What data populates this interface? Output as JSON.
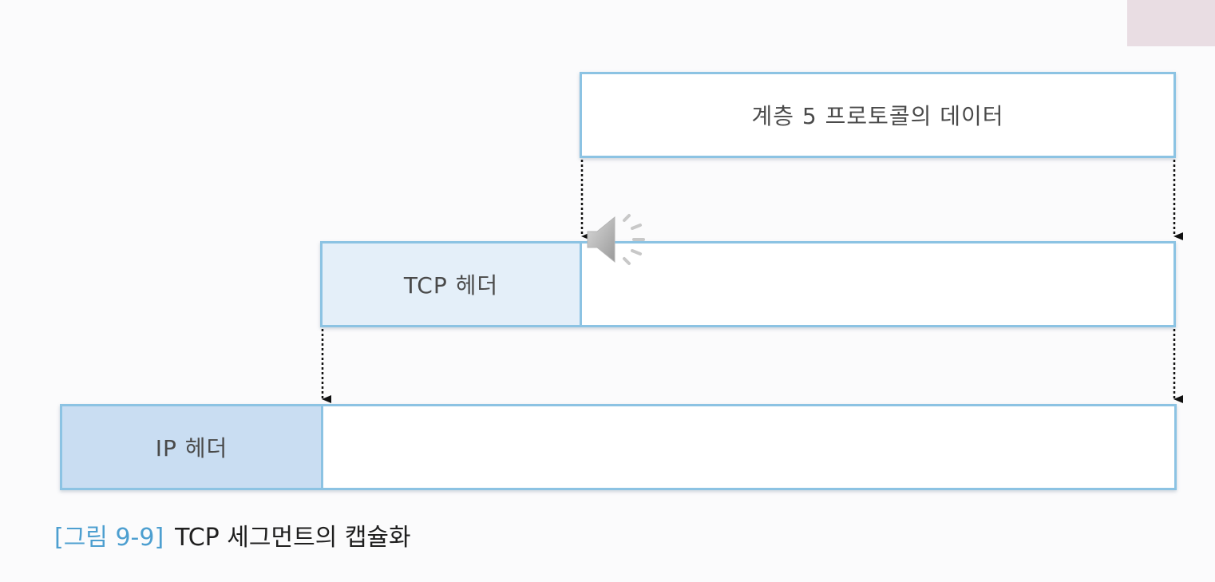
{
  "diagram": {
    "layer5_data_label": "계층 5 프로토콜의 데이터",
    "tcp_header_label": "TCP 헤더",
    "ip_header_label": "IP 헤더"
  },
  "caption": {
    "figure_number": "[그림 9-9]",
    "figure_title": "TCP 세그먼트의 캡슐화"
  },
  "icons": {
    "speaker": "speaker-icon"
  },
  "colors": {
    "border": "#8cc3e3",
    "tcp_header_fill": "#e4eff9",
    "ip_header_fill": "#c9ddf2",
    "caption_number": "#4d9fd0"
  }
}
